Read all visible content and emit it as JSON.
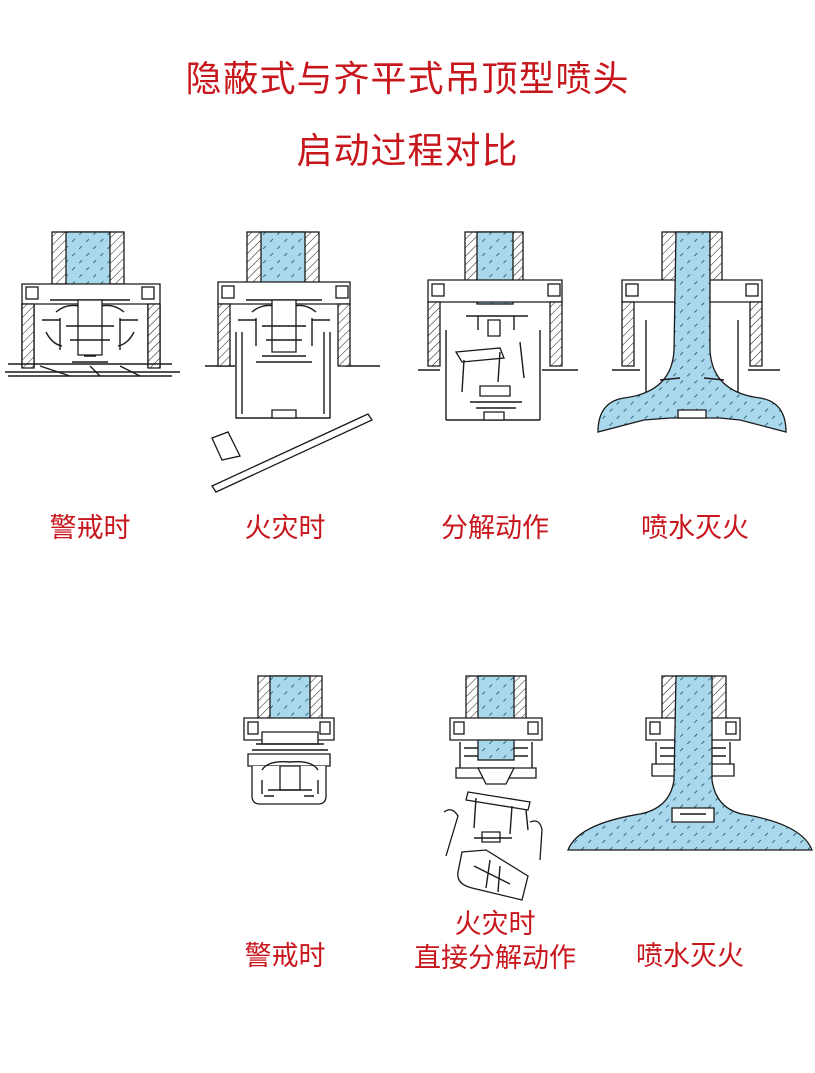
{
  "title": {
    "line1": "隐蔽式与齐平式吊顶型喷头",
    "line2": "启动过程对比"
  },
  "row1": {
    "captions": [
      "警戒时",
      "火灾时",
      "分解动作",
      "喷水灭火"
    ]
  },
  "row2": {
    "captions": [
      "警戒时",
      "火灾时",
      "直接分解动作",
      "喷水灭火"
    ]
  },
  "colors": {
    "title": "#c8161d",
    "water": "#a9d8ec",
    "line": "#1a1a1a"
  }
}
